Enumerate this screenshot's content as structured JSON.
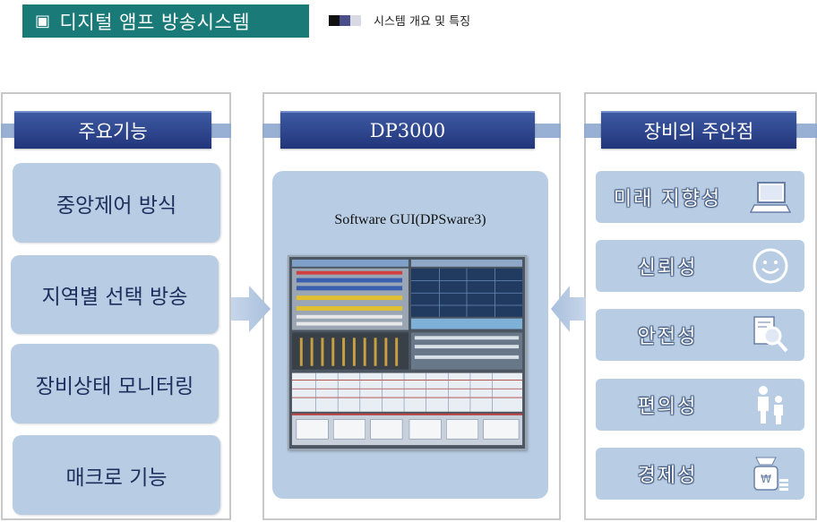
{
  "header": {
    "bullet": "▣",
    "title": "디지털 앰프 방송시스템",
    "subtitle": "시스템 개요 및 특징"
  },
  "left_panel": {
    "title": "주요기능",
    "features": [
      "중앙제어 방식",
      "지역별 선택 방송",
      "장비상태 모니터링",
      "매크로 기능"
    ]
  },
  "middle_panel": {
    "title": "DP3000",
    "caption": "Software GUI(DPSware3)"
  },
  "right_panel": {
    "title": "장비의 주안점",
    "items": [
      {
        "label": "미래 지향성",
        "icon": "computer-icon"
      },
      {
        "label": "신뢰성",
        "icon": "smiley-icon"
      },
      {
        "label": "안전성",
        "icon": "magnifier-icon"
      },
      {
        "label": "편의성",
        "icon": "people-icon"
      },
      {
        "label": "경제성",
        "icon": "money-bag-icon"
      }
    ]
  },
  "colors": {
    "title_bg": "#1a7a78",
    "header_bar": "#2a3f88",
    "box_fill": "#b8cde4",
    "box_text": "#1d2d5c"
  }
}
